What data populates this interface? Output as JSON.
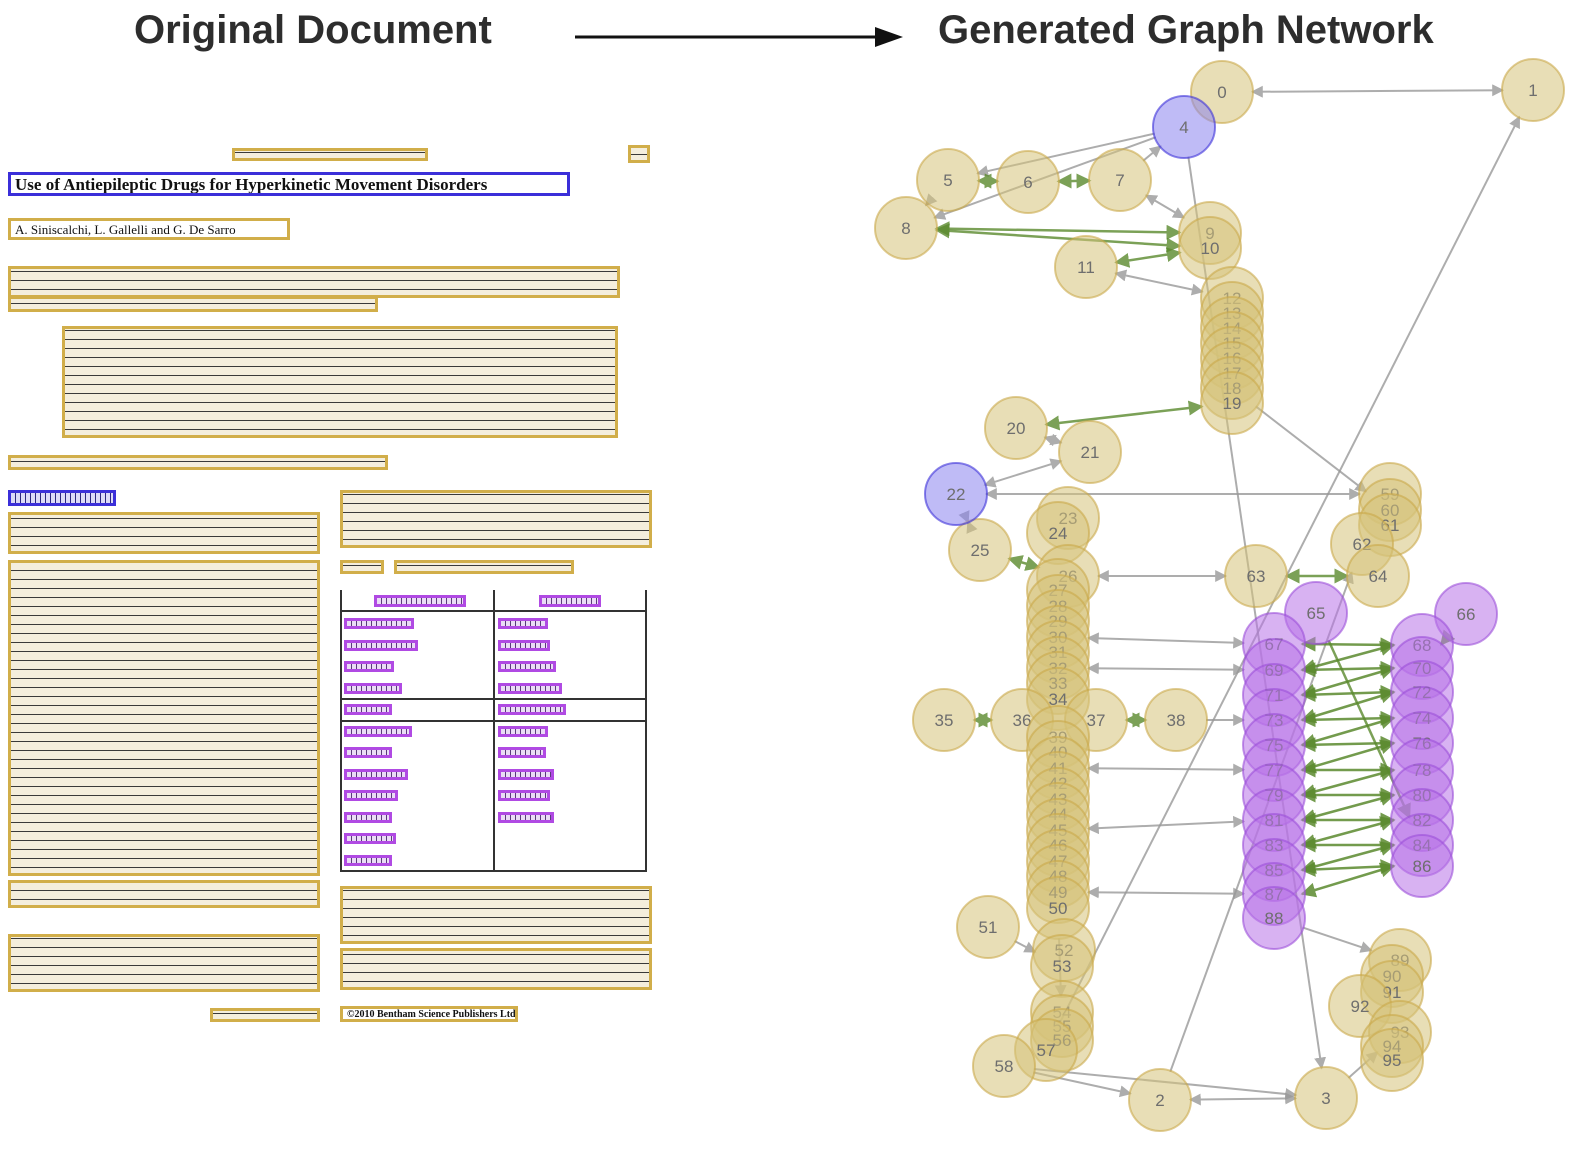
{
  "header": {
    "left_title": "Original Document",
    "right_title": "Generated Graph Network"
  },
  "document": {
    "paper_title": "Use of Antiepileptic Drugs for Hyperkinetic Movement Disorders",
    "authors": "A. Siniscalchi, L. Gallelli and G. De Sarro",
    "footer_copyright": "©2010 Bentham Science Publishers Ltd."
  },
  "colors": {
    "text_region": "#d1ae4a",
    "title_region": "#3b2fd9",
    "list_region": "#b04ae3",
    "node_text": "#d6c27a",
    "node_title": "#8a84ee",
    "node_list": "#b872e8",
    "edge_grey": "#999999",
    "edge_green": "#5b8a2e"
  },
  "graph": {
    "node_labels_gold": [
      "0",
      "1",
      "2",
      "3",
      "5",
      "6",
      "7",
      "8",
      "9",
      "10",
      "11",
      "12",
      "13",
      "14",
      "15",
      "16",
      "17",
      "18",
      "19",
      "20",
      "21",
      "23",
      "24",
      "25",
      "26",
      "27",
      "28",
      "29",
      "30",
      "31",
      "32",
      "33",
      "34",
      "35",
      "36",
      "37",
      "38",
      "39",
      "40",
      "41",
      "42",
      "43",
      "44",
      "45",
      "46",
      "47",
      "48",
      "49",
      "50",
      "51",
      "52",
      "53",
      "54",
      "55",
      "56",
      "57",
      "58",
      "59",
      "60",
      "61",
      "62",
      "63",
      "64",
      "89",
      "90",
      "91",
      "92",
      "93",
      "94",
      "95"
    ],
    "node_labels_title": [
      "4",
      "22"
    ],
    "node_labels_list": [
      "65",
      "66",
      "67",
      "68",
      "69",
      "70",
      "71",
      "72",
      "73",
      "74",
      "75",
      "76",
      "77",
      "78",
      "79",
      "80",
      "81",
      "82",
      "83",
      "84",
      "85",
      "86",
      "87",
      "88"
    ]
  }
}
